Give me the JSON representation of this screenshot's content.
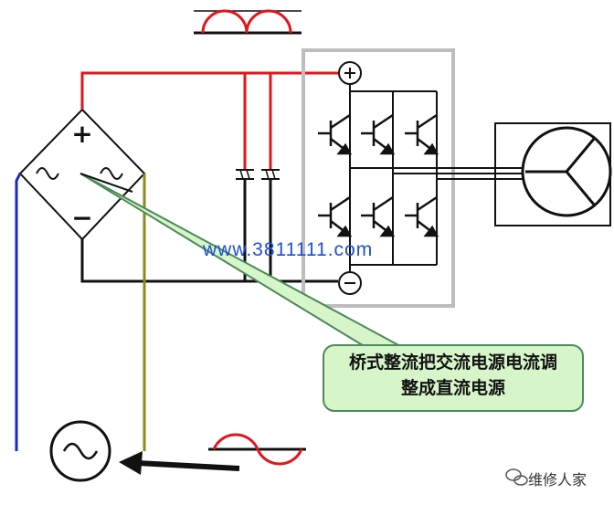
{
  "callout": {
    "line1": "桥式整流把交流电源电流调",
    "line2": "整成直流电源"
  },
  "watermark": "www.3811111.com",
  "brand": "维修人家",
  "terminals": {
    "positive": "+",
    "negative": "−"
  },
  "colors": {
    "dc_positive": "#e0161a",
    "dc_negative": "#111111",
    "ac_line_blue": "#1a2bc0",
    "ac_line_olive": "#8b8a1e",
    "callout_fill": "#d6f5c8",
    "callout_stroke": "#4c8a5a",
    "inverter_box": "#bdbdbd"
  }
}
